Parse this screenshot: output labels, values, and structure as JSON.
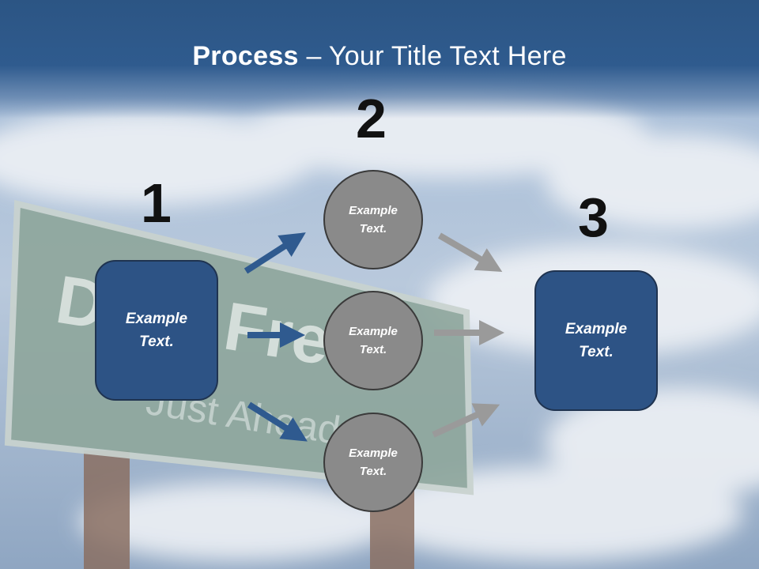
{
  "title": {
    "bold": "Process",
    "dash": " – ",
    "rest": "Your Title Text Here"
  },
  "background": {
    "sign_line1": "Debt Free",
    "sign_line2": "Just Ahead"
  },
  "steps": {
    "n1": "1",
    "n2": "2",
    "n3": "3"
  },
  "left_box": {
    "line1": "Example",
    "line2": "Text."
  },
  "circles": [
    {
      "line1": "Example",
      "line2": "Text."
    },
    {
      "line1": "Example",
      "line2": "Text."
    },
    {
      "line1": "Example",
      "line2": "Text."
    }
  ],
  "right_box": {
    "line1": "Example",
    "line2": "Text."
  },
  "colors": {
    "blue_box": "#2d5385",
    "circle": "#8a8a8a",
    "blue_arrow": "#2f5a8f",
    "gray_arrow": "#9a9a9a"
  }
}
